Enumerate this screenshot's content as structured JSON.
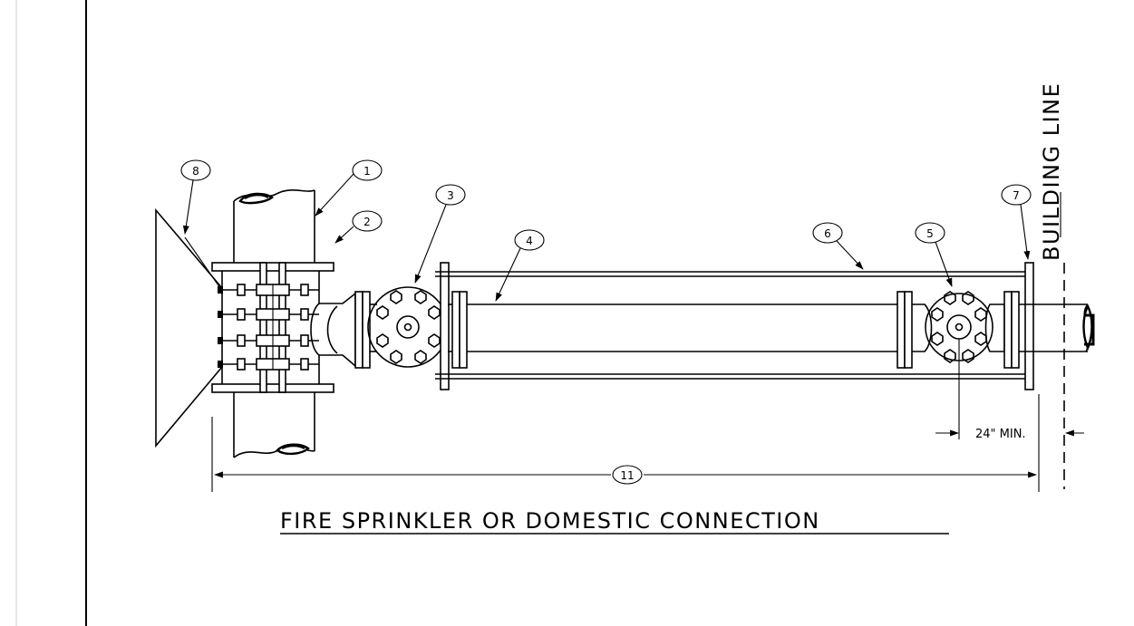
{
  "drawing": {
    "title": "FIRE SPRINKLER OR DOMESTIC CONNECTION",
    "building_line_label": "BUILDING LINE",
    "dimension_label": "24\" MIN."
  },
  "callouts": [
    {
      "id": "1",
      "label": "1"
    },
    {
      "id": "2",
      "label": "2"
    },
    {
      "id": "3",
      "label": "3"
    },
    {
      "id": "4",
      "label": "4"
    },
    {
      "id": "5",
      "label": "5"
    },
    {
      "id": "6",
      "label": "6"
    },
    {
      "id": "7",
      "label": "7"
    },
    {
      "id": "8",
      "label": "8"
    },
    {
      "id": "11",
      "label": "11"
    }
  ]
}
